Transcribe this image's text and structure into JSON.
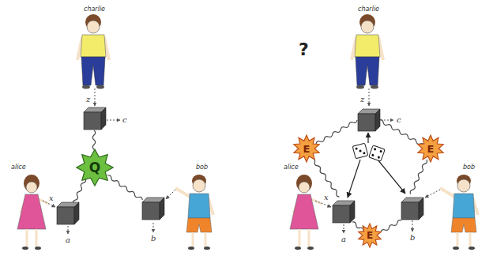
{
  "diagram": {
    "nodes": [
      {
        "text": [
          "Q"
        ]
      },
      {
        "text": [
          "E"
        ]
      },
      {
        "text": [
          "E"
        ]
      },
      {
        "text": [
          "E"
        ]
      }
    ],
    "labels": [
      "charlie",
      "z",
      "c",
      "alice",
      "x",
      "a",
      "bob",
      "b",
      "charlie",
      "?",
      "z",
      "c",
      "alice",
      "x",
      "a",
      "bob",
      "b"
    ]
  }
}
